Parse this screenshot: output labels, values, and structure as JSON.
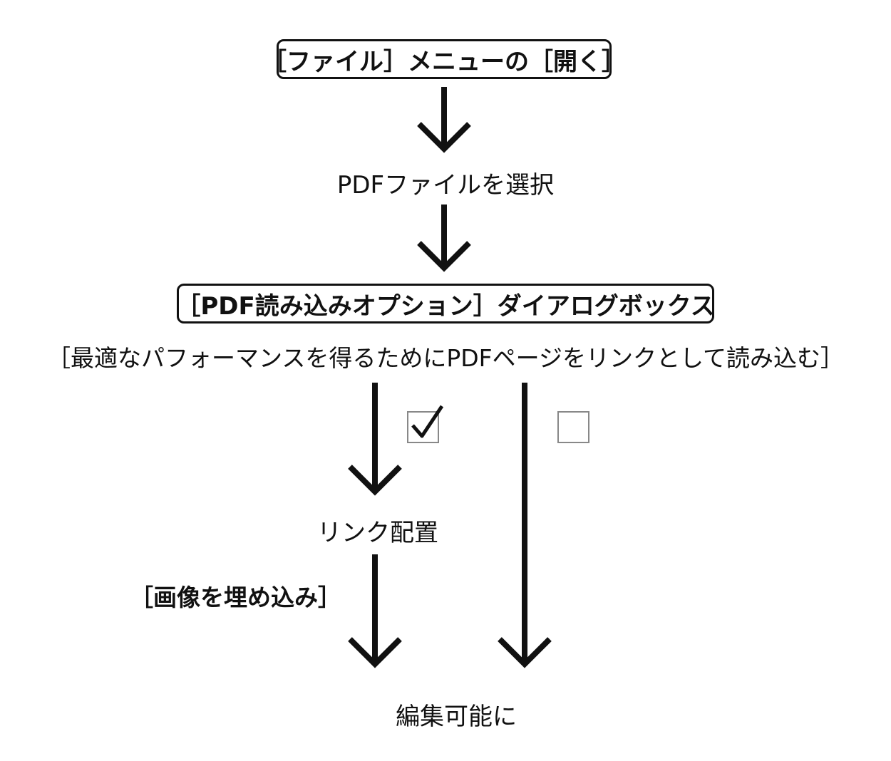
{
  "steps": {
    "open_menu": "［ファイル］メニューの［開く］",
    "select_pdf": "PDFファイルを選択",
    "pdf_import_dialog": "［PDF読み込みオプション］ダイアログボックス",
    "link_option": "［最適なパフォーマンスを得るためにPDFページをリンクとして読み込む］",
    "linked_placement": "リンク配置",
    "embed_image": "［画像を埋め込み］",
    "editable": "編集可能に"
  },
  "checkboxes": {
    "checked": {
      "state": "checked",
      "icon": "checkmark-icon"
    },
    "unchecked": {
      "state": "unchecked"
    }
  },
  "colors": {
    "line": "#111111",
    "checkbox_border": "#888888"
  }
}
